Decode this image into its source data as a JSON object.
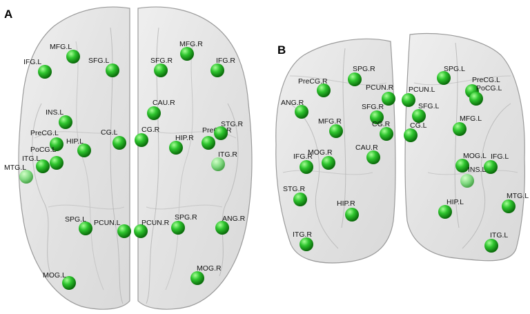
{
  "panels": [
    {
      "letter": "A",
      "nodes": [
        {
          "label": "MFG.L"
        },
        {
          "label": "SFG.L"
        },
        {
          "label": "IFG.L"
        },
        {
          "label": "SFG.R"
        },
        {
          "label": "MFG.R"
        },
        {
          "label": "IFG.R"
        },
        {
          "label": "CAU.R"
        },
        {
          "label": "INS.L"
        },
        {
          "label": "PreCG.L"
        },
        {
          "label": "HIP.L"
        },
        {
          "label": "CG.L"
        },
        {
          "label": "CG.R"
        },
        {
          "label": "HIP.R"
        },
        {
          "label": "PreCG.R"
        },
        {
          "label": "STG.R"
        },
        {
          "label": "ITG.L"
        },
        {
          "label": "PoCG.L"
        },
        {
          "label": "MTG.L"
        },
        {
          "label": "ITG.R"
        },
        {
          "label": "SPG.L"
        },
        {
          "label": "PCUN.L"
        },
        {
          "label": "PCUN.R"
        },
        {
          "label": "SPG.R"
        },
        {
          "label": "ANG.R"
        },
        {
          "label": "MOG.L"
        },
        {
          "label": "MOG.R"
        }
      ]
    },
    {
      "letter": "B",
      "nodes": [
        {
          "label": "SPG.R"
        },
        {
          "label": "PreCG.R"
        },
        {
          "label": "PCUN.R"
        },
        {
          "label": "PCUN.L"
        },
        {
          "label": "SPG.L"
        },
        {
          "label": "PreCG.L"
        },
        {
          "label": "PoCG.L"
        },
        {
          "label": "ANG.R"
        },
        {
          "label": "SFG.R"
        },
        {
          "label": "SFG.L"
        },
        {
          "label": "MFG.R"
        },
        {
          "label": "CG.R"
        },
        {
          "label": "CG.L"
        },
        {
          "label": "MFG.L"
        },
        {
          "label": "IFG.R"
        },
        {
          "label": "MOG.R"
        },
        {
          "label": "CAU.R"
        },
        {
          "label": "MOG.L"
        },
        {
          "label": "IFG.L"
        },
        {
          "label": "INS.L"
        },
        {
          "label": "STG.R"
        },
        {
          "label": "HIP.R"
        },
        {
          "label": "HIP.L"
        },
        {
          "label": "MTG.L"
        },
        {
          "label": "ITG.R"
        },
        {
          "label": "ITG.L"
        }
      ]
    }
  ],
  "colors": {
    "node": "#22bb22",
    "node_highlight": "#9dfa8e",
    "node_dark": "#0d6f0d",
    "brain": "#e6e6e6"
  }
}
